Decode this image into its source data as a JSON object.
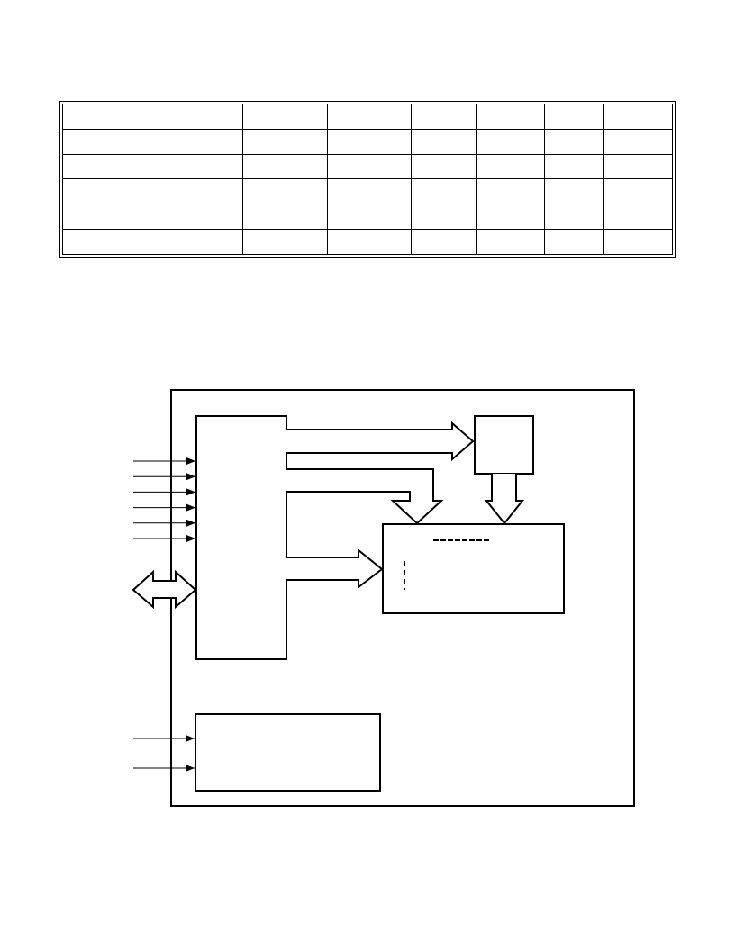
{
  "table": {
    "columns": 7,
    "rows": [
      [
        "",
        "",
        "",
        "",
        "",
        "",
        ""
      ],
      [
        "",
        "",
        "",
        "",
        "",
        "",
        ""
      ],
      [
        "",
        "",
        "",
        "",
        "",
        "",
        ""
      ],
      [
        "",
        "",
        "",
        "",
        "",
        "",
        ""
      ],
      [
        "",
        "",
        "",
        "",
        "",
        "",
        ""
      ],
      [
        "",
        "",
        "",
        "",
        "",
        "",
        ""
      ]
    ]
  },
  "diagram": {
    "stroke_color": "#000000",
    "background": "#ffffff",
    "input_signal_count": 6,
    "lower_input_signal_count": 2
  }
}
